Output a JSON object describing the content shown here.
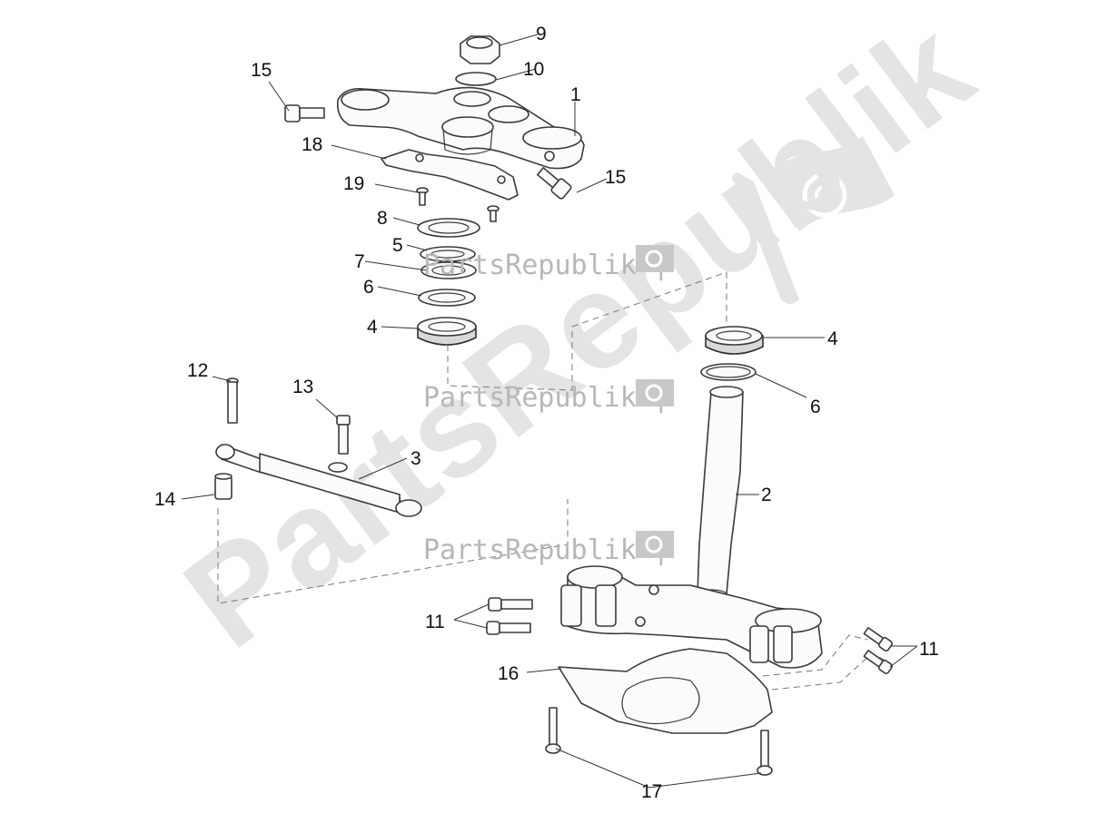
{
  "watermark": {
    "big_text": "PartsRepublik",
    "small_text": "PartsRepublik |",
    "logo_icon": "gear-icon"
  },
  "callouts": [
    {
      "id": "c1",
      "label": "1"
    },
    {
      "id": "c2",
      "label": "2"
    },
    {
      "id": "c3",
      "label": "3"
    },
    {
      "id": "c4a",
      "label": "4"
    },
    {
      "id": "c4b",
      "label": "4"
    },
    {
      "id": "c5",
      "label": "5"
    },
    {
      "id": "c6a",
      "label": "6"
    },
    {
      "id": "c6b",
      "label": "6"
    },
    {
      "id": "c7",
      "label": "7"
    },
    {
      "id": "c8",
      "label": "8"
    },
    {
      "id": "c9",
      "label": "9"
    },
    {
      "id": "c10",
      "label": "10"
    },
    {
      "id": "c11a",
      "label": "11"
    },
    {
      "id": "c11b",
      "label": "11"
    },
    {
      "id": "c12",
      "label": "12"
    },
    {
      "id": "c13",
      "label": "13"
    },
    {
      "id": "c14",
      "label": "14"
    },
    {
      "id": "c15a",
      "label": "15"
    },
    {
      "id": "c15b",
      "label": "15"
    },
    {
      "id": "c16",
      "label": "16"
    },
    {
      "id": "c17",
      "label": "17"
    },
    {
      "id": "c18",
      "label": "18"
    },
    {
      "id": "c19",
      "label": "19"
    }
  ]
}
